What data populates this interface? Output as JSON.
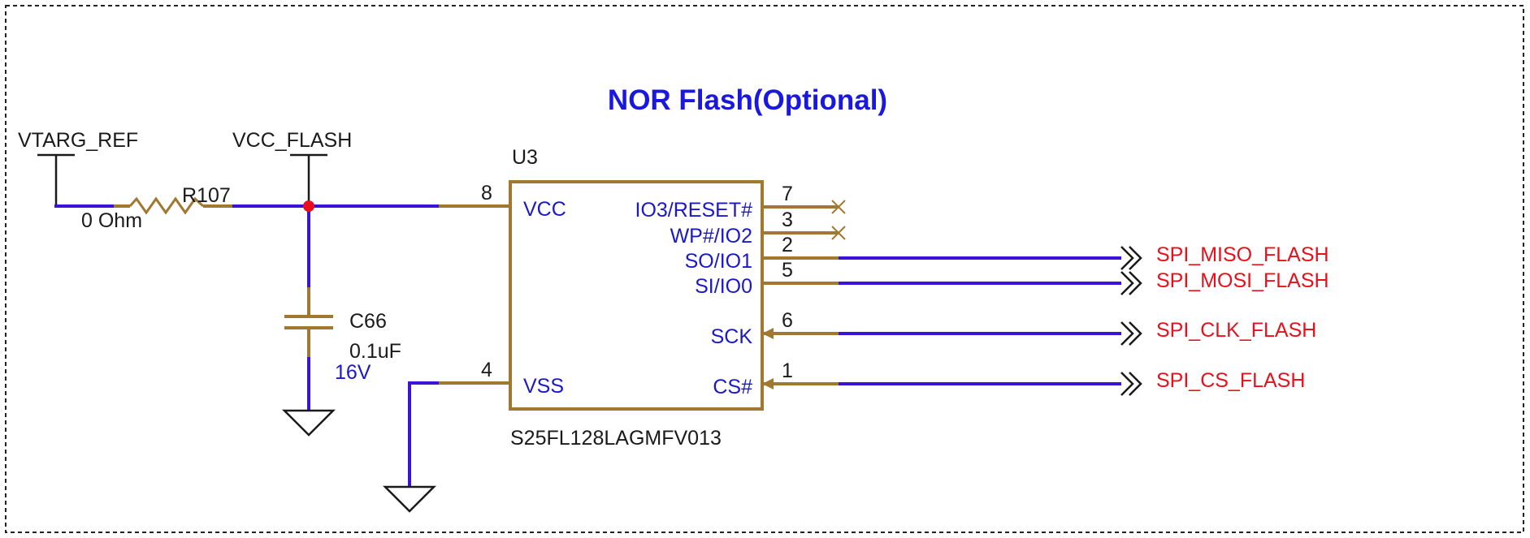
{
  "title": "NOR Flash(Optional)",
  "colors": {
    "wire": "#3a12d8",
    "pin": "#a07830",
    "junction": "#e8101c",
    "label_text": "#1a1a1a",
    "pin_name": "#1a18c8",
    "net_label": "#e8101c",
    "title": "#1a18e0",
    "border": "#222222"
  },
  "power": {
    "vtarg_ref": "VTARG_REF",
    "vcc_flash": "VCC_FLASH"
  },
  "resistor": {
    "ref": "R107",
    "value": "0 Ohm"
  },
  "capacitor": {
    "ref": "C66",
    "value": "0.1uF",
    "voltage": "16V"
  },
  "ic": {
    "ref": "U3",
    "part": "S25FL128LAGMFV013",
    "pins": {
      "vcc": {
        "name": "VCC",
        "num": "8"
      },
      "vss": {
        "name": "VSS",
        "num": "4"
      },
      "io3": {
        "name": "IO3/RESET#",
        "num": "7"
      },
      "wp": {
        "name": "WP#/IO2",
        "num": "3"
      },
      "so": {
        "name": "SO/IO1",
        "num": "2"
      },
      "si": {
        "name": "SI/IO0",
        "num": "5"
      },
      "sck": {
        "name": "SCK",
        "num": "6"
      },
      "cs": {
        "name": "CS#",
        "num": "1"
      }
    }
  },
  "nets": {
    "miso": "SPI_MISO_FLASH",
    "mosi": "SPI_MOSI_FLASH",
    "clk": "SPI_CLK_FLASH",
    "cs": "SPI_CS_FLASH"
  }
}
